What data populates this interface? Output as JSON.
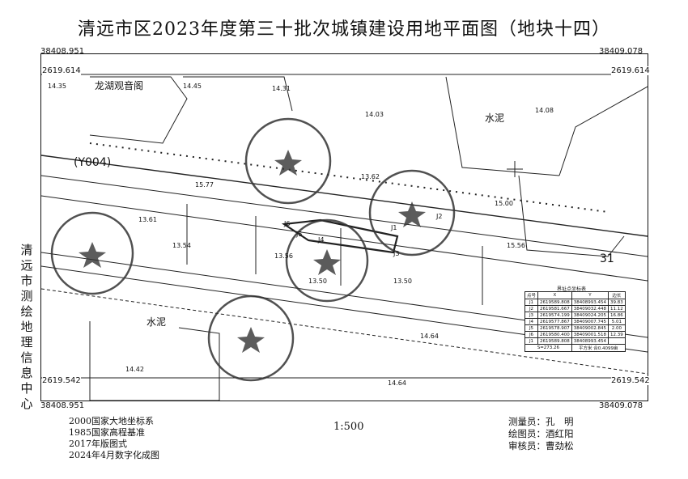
{
  "title": "清远市区2023年度第三十批次城镇建设用地平面图（地块十四）",
  "corners": {
    "top_left_y": "38408.951",
    "top_right_y": "38409.078",
    "top_left_x": "2619.614",
    "top_right_x": "2619.614",
    "bottom_left_x": "2619.542",
    "bottom_right_x": "2619.542",
    "bottom_left_y": "38408.951",
    "bottom_right_y": "38409.078"
  },
  "side_text": "清远市测绘地理信息中心",
  "map_labels": {
    "building": "龙湖观音阁",
    "cement_top": "水泥",
    "cement_bottom": "水泥",
    "road": "(Y004)",
    "parcel_31": "31"
  },
  "elevations": [
    "14.35",
    "14.45",
    "14.31",
    "14.03",
    "14.08",
    "15.77",
    "13.62",
    "15.00",
    "13.61",
    "13.54",
    "13.56",
    "15.56",
    "13.50",
    "13.50",
    "14.64",
    "14.42",
    "14.64"
  ],
  "points": [
    "J1",
    "J2",
    "J3",
    "J4",
    "J5",
    "J6"
  ],
  "coord_table": {
    "title": "界址点坐标表",
    "headers": [
      "点号",
      "X",
      "Y",
      "边长"
    ],
    "rows": [
      [
        "J1",
        "2619589.808",
        "38408993.454",
        "39.83"
      ],
      [
        "J2",
        "2619581.667",
        "38409032.448",
        "11.12"
      ],
      [
        "J3",
        "2619574.199",
        "38409024.205",
        "16.86"
      ],
      [
        "J4",
        "2619577.867",
        "38409007.745",
        "5.01"
      ],
      [
        "J5",
        "2619578.907",
        "38409002.845",
        "2.00"
      ],
      [
        "J6",
        "2619580.400",
        "38409001.518",
        "12.39"
      ],
      [
        "J1",
        "2619589.808",
        "38408993.454",
        ""
      ]
    ],
    "area_s": "S=273.26",
    "area_mu": "平方米 合0.4099亩"
  },
  "footer_left": [
    "2000国家大地坐标系",
    "1985国家高程基准",
    "2017年版图式",
    "2024年4月数字化成图"
  ],
  "scale": "1:500",
  "footer_right": [
    {
      "label": "测量员：",
      "name": "孔　明"
    },
    {
      "label": "绘图员：",
      "name": "酒红阳"
    },
    {
      "label": "审核员：",
      "name": "曹劲松"
    }
  ]
}
